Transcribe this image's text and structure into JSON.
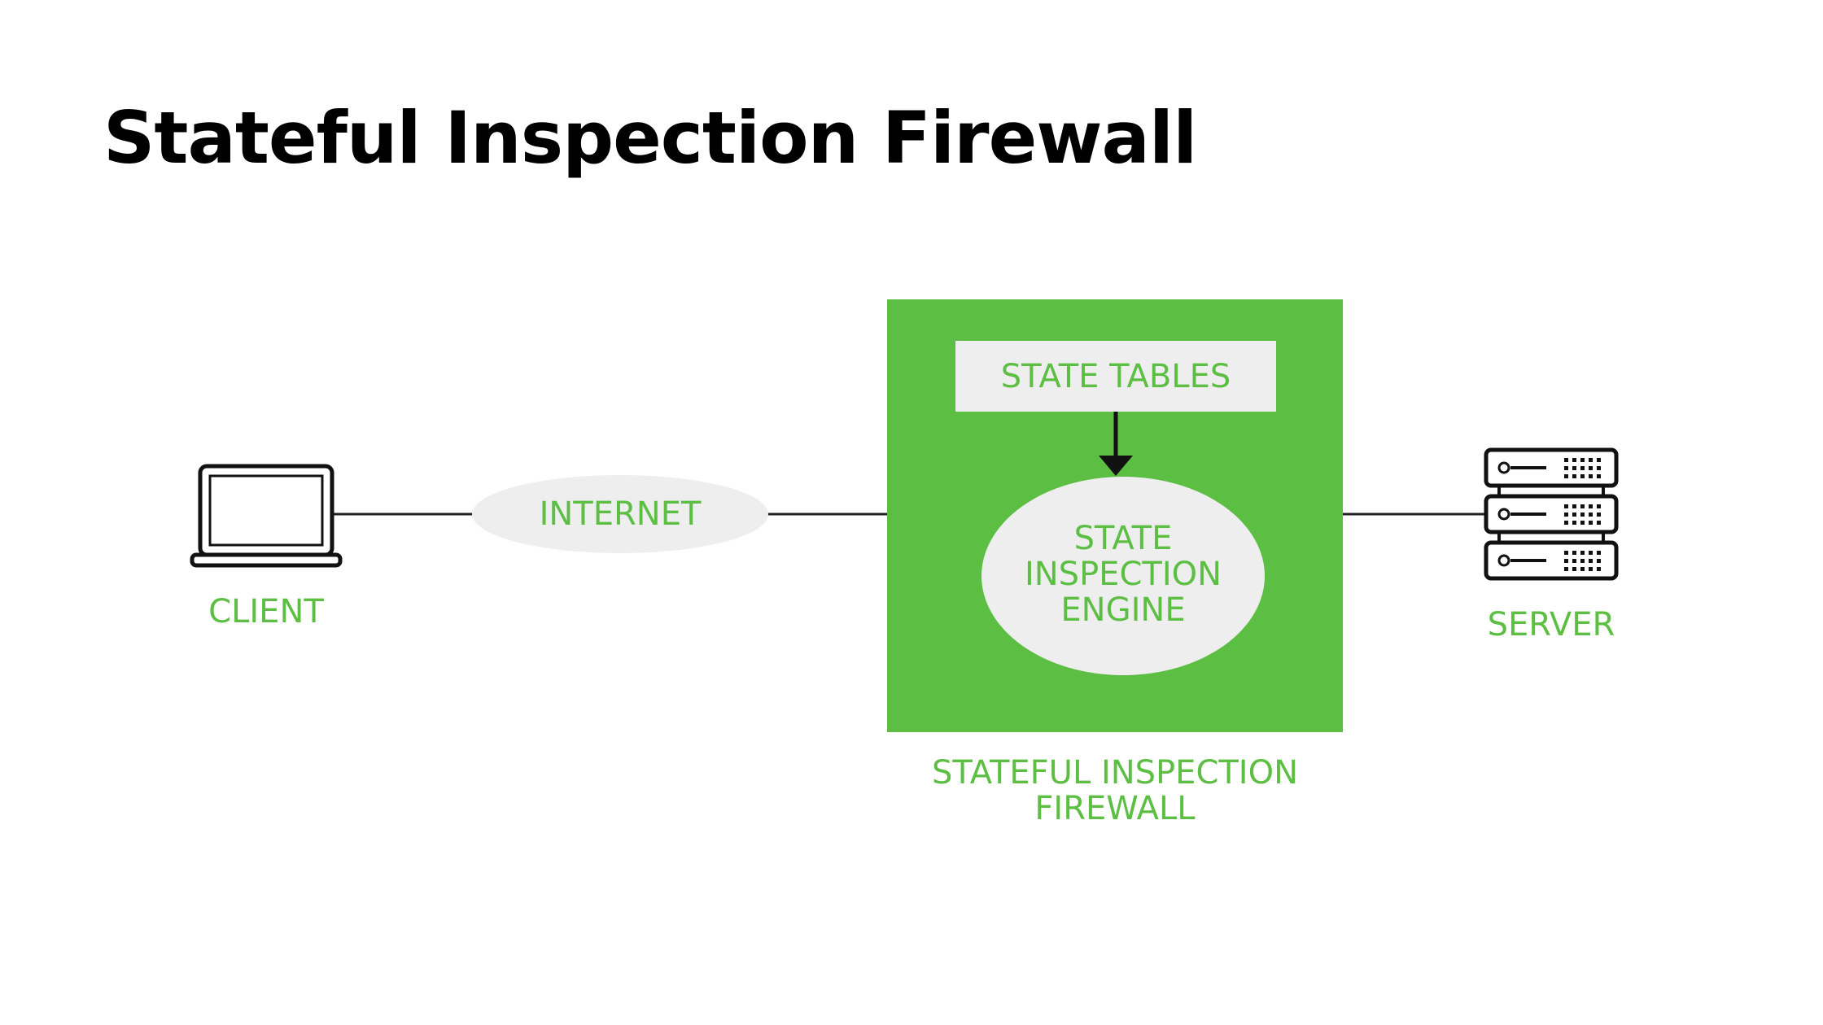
{
  "title": "Stateful Inspection Firewall",
  "colors": {
    "accent_green": "#5cbf43",
    "bubble_gray": "#eeeeee",
    "line": "#222222",
    "background": "#ffffff"
  },
  "nodes": {
    "client": {
      "label": "CLIENT",
      "icon": "laptop-icon"
    },
    "internet": {
      "label": "INTERNET"
    },
    "firewall": {
      "label_line1": "STATEFUL INSPECTION",
      "label_line2": "FIREWALL",
      "state_tables": "STATE TABLES",
      "engine_line1": "STATE",
      "engine_line2": "INSPECTION",
      "engine_line3": "ENGINE"
    },
    "server": {
      "label": "SERVER",
      "icon": "server-rack-icon"
    }
  },
  "edges": [
    {
      "from": "client",
      "to": "internet"
    },
    {
      "from": "internet",
      "to": "firewall"
    },
    {
      "from": "firewall",
      "to": "server"
    },
    {
      "from": "state-tables",
      "to": "state-inspection-engine",
      "arrow": true
    }
  ]
}
